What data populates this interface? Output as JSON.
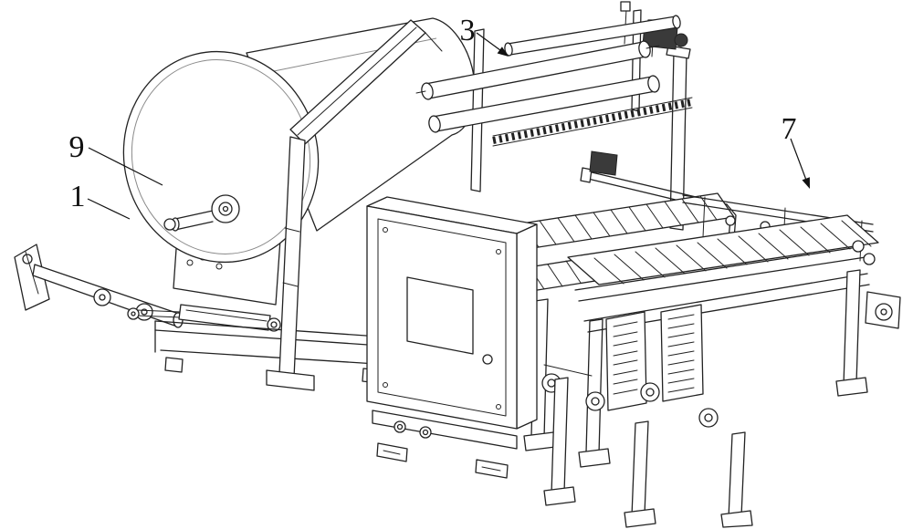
{
  "figure": {
    "type": "patent-line-drawing",
    "background": "#ffffff",
    "line_color": "#222222",
    "labels": [
      {
        "text": "9",
        "points_to": "paper-roll"
      },
      {
        "text": "1",
        "points_to": "unwind-stand"
      },
      {
        "text": "3",
        "points_to": "rewinding-roller-unit"
      },
      {
        "text": "7",
        "points_to": "outfeed-conveyor"
      }
    ]
  }
}
